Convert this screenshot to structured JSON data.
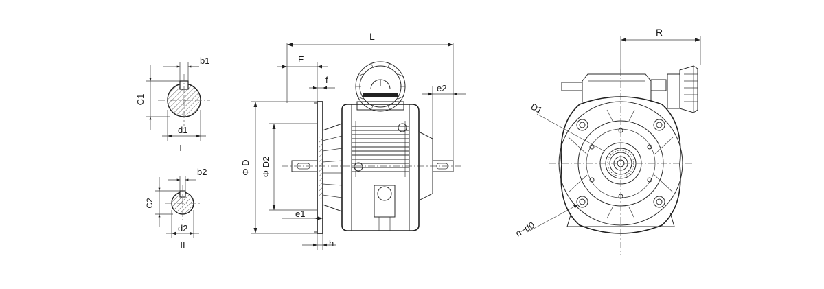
{
  "labels": {
    "b1": "b1",
    "c1": "C1",
    "d1": "d1",
    "section1": "I",
    "b2": "b2",
    "c2": "C2",
    "d2": "d2",
    "section2": "II",
    "L": "L",
    "E": "E",
    "f": "f",
    "e2": "e2",
    "phiD": "Φ D",
    "phiD2": "Φ D2",
    "e1": "e1",
    "h": "h",
    "R": "R",
    "D1": "D1",
    "nd0": "n−d0"
  },
  "colors": {
    "line": "#2a2a2a",
    "text": "#1a1a1a"
  }
}
